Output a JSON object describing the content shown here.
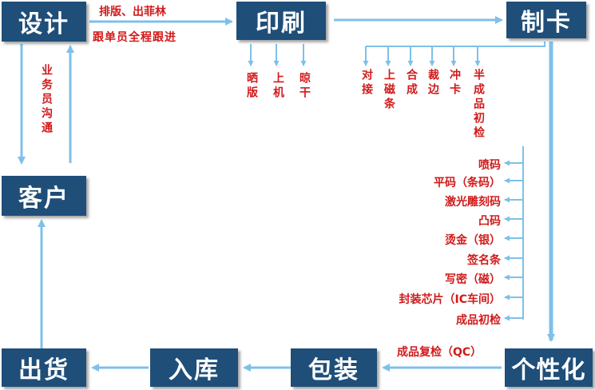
{
  "colors": {
    "box": "#1f4e79",
    "box_text": "#ffffff",
    "label": "#d11a1a",
    "arrow": "#7ec0e8"
  },
  "nodes": {
    "design": "设计",
    "print": "印刷",
    "make_card": "制卡",
    "customer": "客户",
    "personalize": "个性化",
    "package": "包装",
    "warehouse": "入库",
    "shipping": "出货"
  },
  "labels": {
    "design_to_print_top": "排版、出菲林",
    "design_to_print_bottom": "跟单员全程跟进",
    "design_customer": "业务员沟通",
    "personalize_to_package": "成品复检（QC）"
  },
  "print_steps": [
    "晒版",
    "上机",
    "晾干"
  ],
  "card_steps": [
    "对接",
    "上磁条",
    "合成",
    "裁边",
    "冲卡",
    "半成品初检"
  ],
  "personalize_steps": [
    "喷码",
    "平码（条码）",
    "激光雕刻码",
    "凸码",
    "烫金（银）",
    "签名条",
    "写密（磁）",
    "封装芯片（IC车间）",
    "成品初检"
  ]
}
